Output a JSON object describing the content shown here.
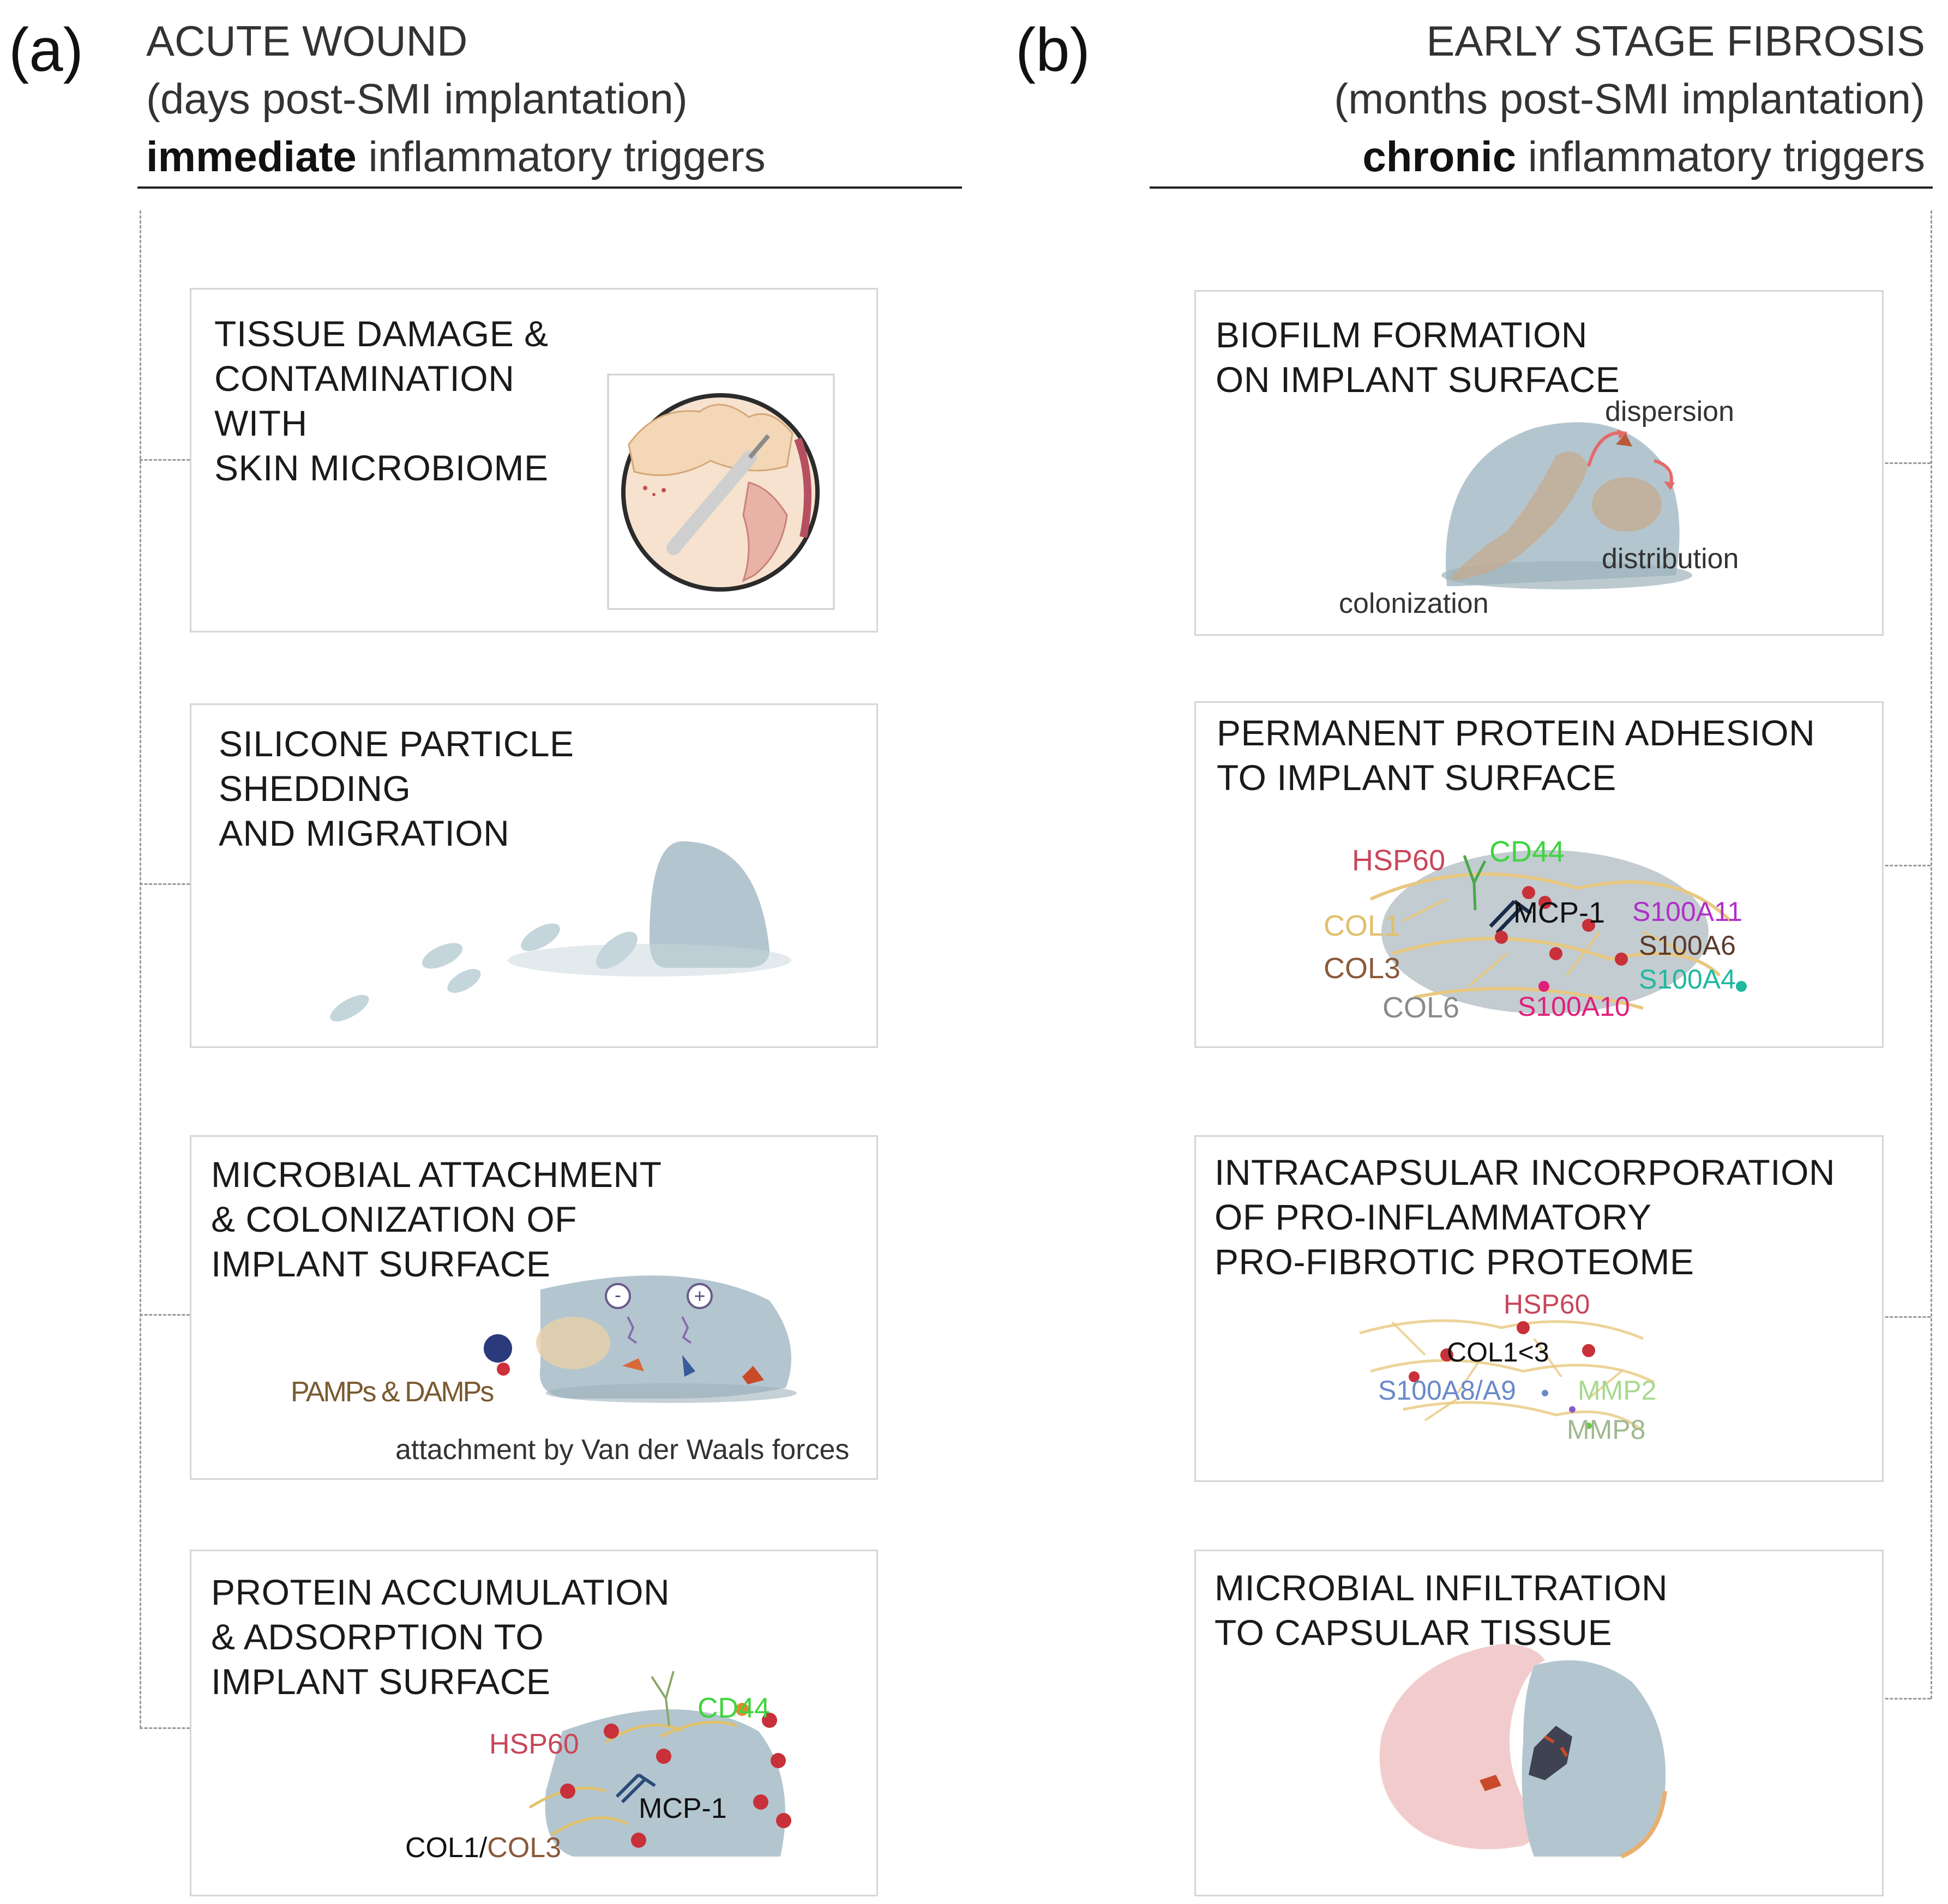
{
  "panel_a": {
    "letter": "(a)",
    "header": {
      "line1": "ACUTE WOUND",
      "line2": "(days post-SMI implantation)",
      "bold": "immediate",
      "rest": " inflammatory triggers"
    },
    "cards": [
      {
        "title": "TISSUE DAMAGE &\nCONTAMINATION\nWITH\nSKIN MICROBIOME"
      },
      {
        "title": "SILICONE PARTICLE\nSHEDDING\nAND MIGRATION"
      },
      {
        "title": "MICROBIAL ATTACHMENT\n& COLONIZATION OF\nIMPLANT SURFACE",
        "labels": {
          "pamps": "PAMPs & DAMPs",
          "attachment": "attachment by Van der Waals forces",
          "minus": "-",
          "plus": "+"
        }
      },
      {
        "title": "PROTEIN ACCUMULATION\n& ADSORPTION TO\nIMPLANT SURFACE",
        "labels": {
          "cd44": "CD44",
          "hsp60": "HSP60",
          "mcp1": "MCP-1",
          "col1": "COL1/",
          "col3": "COL3"
        }
      }
    ]
  },
  "panel_b": {
    "letter": "(b)",
    "header": {
      "line1": "EARLY STAGE FIBROSIS",
      "line2": "(months post-SMI implantation)",
      "bold": "chronic",
      "rest": " inflammatory triggers"
    },
    "cards": [
      {
        "title": "BIOFILM FORMATION\nON IMPLANT SURFACE",
        "labels": {
          "dispersion": "dispersion",
          "distribution": "distribution",
          "colonization": "colonization"
        }
      },
      {
        "title": "PERMANENT PROTEIN ADHESION\nTO IMPLANT SURFACE",
        "labels": {
          "hsp60": "HSP60",
          "cd44": "CD44",
          "col1": "COL1",
          "mcp1": "MCP-1",
          "s100a11": "S100A11",
          "s100a6": "S100A6",
          "col3": "COL3",
          "s100a4": "S100A4",
          "col6": "COL6",
          "s100a10": "S100A10"
        }
      },
      {
        "title": "INTRACAPSULAR INCORPORATION\nOF PRO-INFLAMMATORY\nPRO-FIBROTIC PROTEOME",
        "labels": {
          "hsp60": "HSP60",
          "col1": "COL1<3",
          "s100a8": "S100A8/A9",
          "mmp2": "MMP2",
          "mmp8": "MMP8"
        }
      },
      {
        "title": "MICROBIAL INFILTRATION\nTO CAPSULAR TISSUE"
      }
    ]
  },
  "colors": {
    "hsp60": "#c8475a",
    "cd44": "#3ed43e",
    "col1": "#e0c06a",
    "col3": "#8a5a3a",
    "col6": "#8a8a8a",
    "s100a11": "#b030c8",
    "s100a6": "#5a3a2a",
    "s100a4": "#20b8a0",
    "s100a10": "#e0207a",
    "s100a8": "#6a8ac8",
    "mmp2": "#a8d890",
    "mmp8": "#a0b890",
    "pamps": "#7a5a30",
    "implant": "#b3c6cf"
  }
}
